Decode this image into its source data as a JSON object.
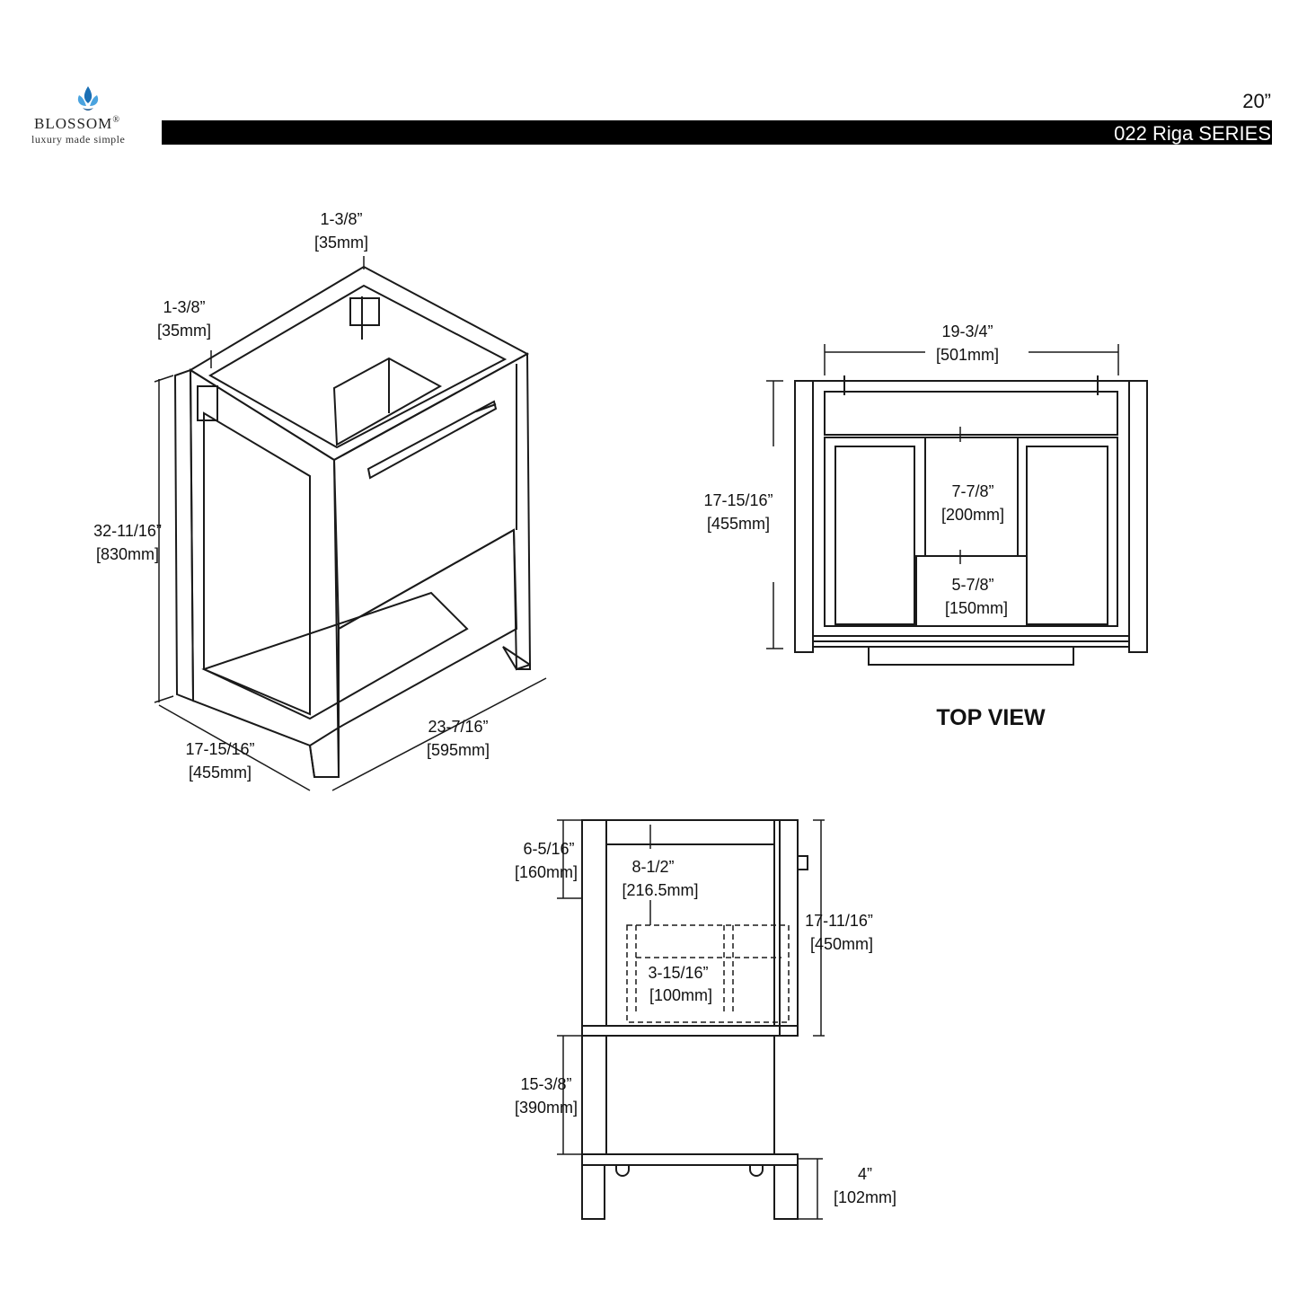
{
  "header": {
    "brand_name": "BLOSSOM",
    "brand_mark": "®",
    "tagline": "luxury made simple",
    "size": "20”",
    "series": "022 Riga SERIES",
    "logo_colors": [
      "#1a6fb5",
      "#4aa3df",
      "#0f4f8a"
    ]
  },
  "iso_view": {
    "dims": [
      {
        "id": "top_edge",
        "inch": "1-3/8”",
        "mm": "[35mm]"
      },
      {
        "id": "side_edge",
        "inch": "1-3/8”",
        "mm": "[35mm]"
      },
      {
        "id": "height",
        "inch": "32-11/16”",
        "mm": "[830mm]"
      },
      {
        "id": "depth",
        "inch": "17-15/16”",
        "mm": "[455mm]"
      },
      {
        "id": "width",
        "inch": "23-7/16”",
        "mm": "[595mm]"
      }
    ]
  },
  "top_view": {
    "title": "TOP VIEW",
    "dims": [
      {
        "id": "width",
        "inch": "19-3/4”",
        "mm": "[501mm]"
      },
      {
        "id": "depth",
        "inch": "17-15/16”",
        "mm": "[455mm]"
      },
      {
        "id": "gap",
        "inch": "7-7/8”",
        "mm": "[200mm]"
      },
      {
        "id": "drawer_depth",
        "inch": "5-7/8”",
        "mm": "[150mm]"
      }
    ]
  },
  "side_view": {
    "dims": [
      {
        "id": "top_rail",
        "inch": "6-5/16”",
        "mm": "[160mm]"
      },
      {
        "id": "drawer_clear",
        "inch": "8-1/2”",
        "mm": "[216.5mm]"
      },
      {
        "id": "drawer_height",
        "inch": "17-11/16”",
        "mm": "[450mm]"
      },
      {
        "id": "drawer_inner",
        "inch": "3-15/16”",
        "mm": "[100mm]"
      },
      {
        "id": "shelf_height",
        "inch": "15-3/8”",
        "mm": "[390mm]"
      },
      {
        "id": "leg",
        "inch": "4”",
        "mm": "[102mm]"
      }
    ]
  }
}
